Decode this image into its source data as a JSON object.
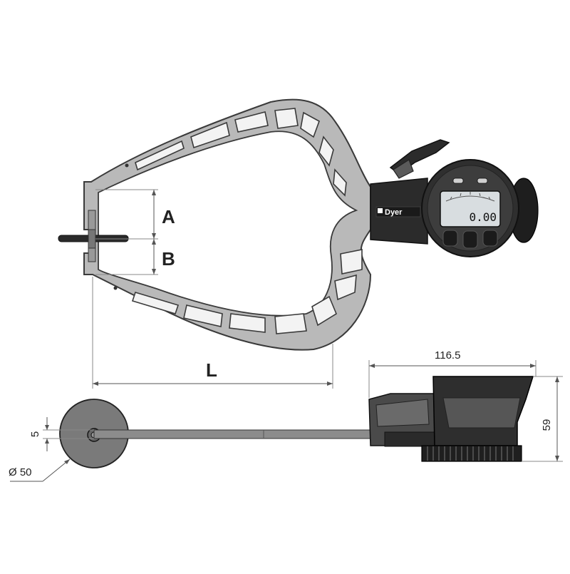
{
  "brand": "Dyer",
  "display": {
    "reading": "0.00"
  },
  "labels": {
    "a": "A",
    "b": "B",
    "l": "L",
    "width": "116.5",
    "height": "59",
    "thickness": "5",
    "diameter": "Ø 50"
  },
  "colors": {
    "frame": "#b9b9b9",
    "body": "#2b2b2b",
    "screen": "#d8dde0"
  }
}
